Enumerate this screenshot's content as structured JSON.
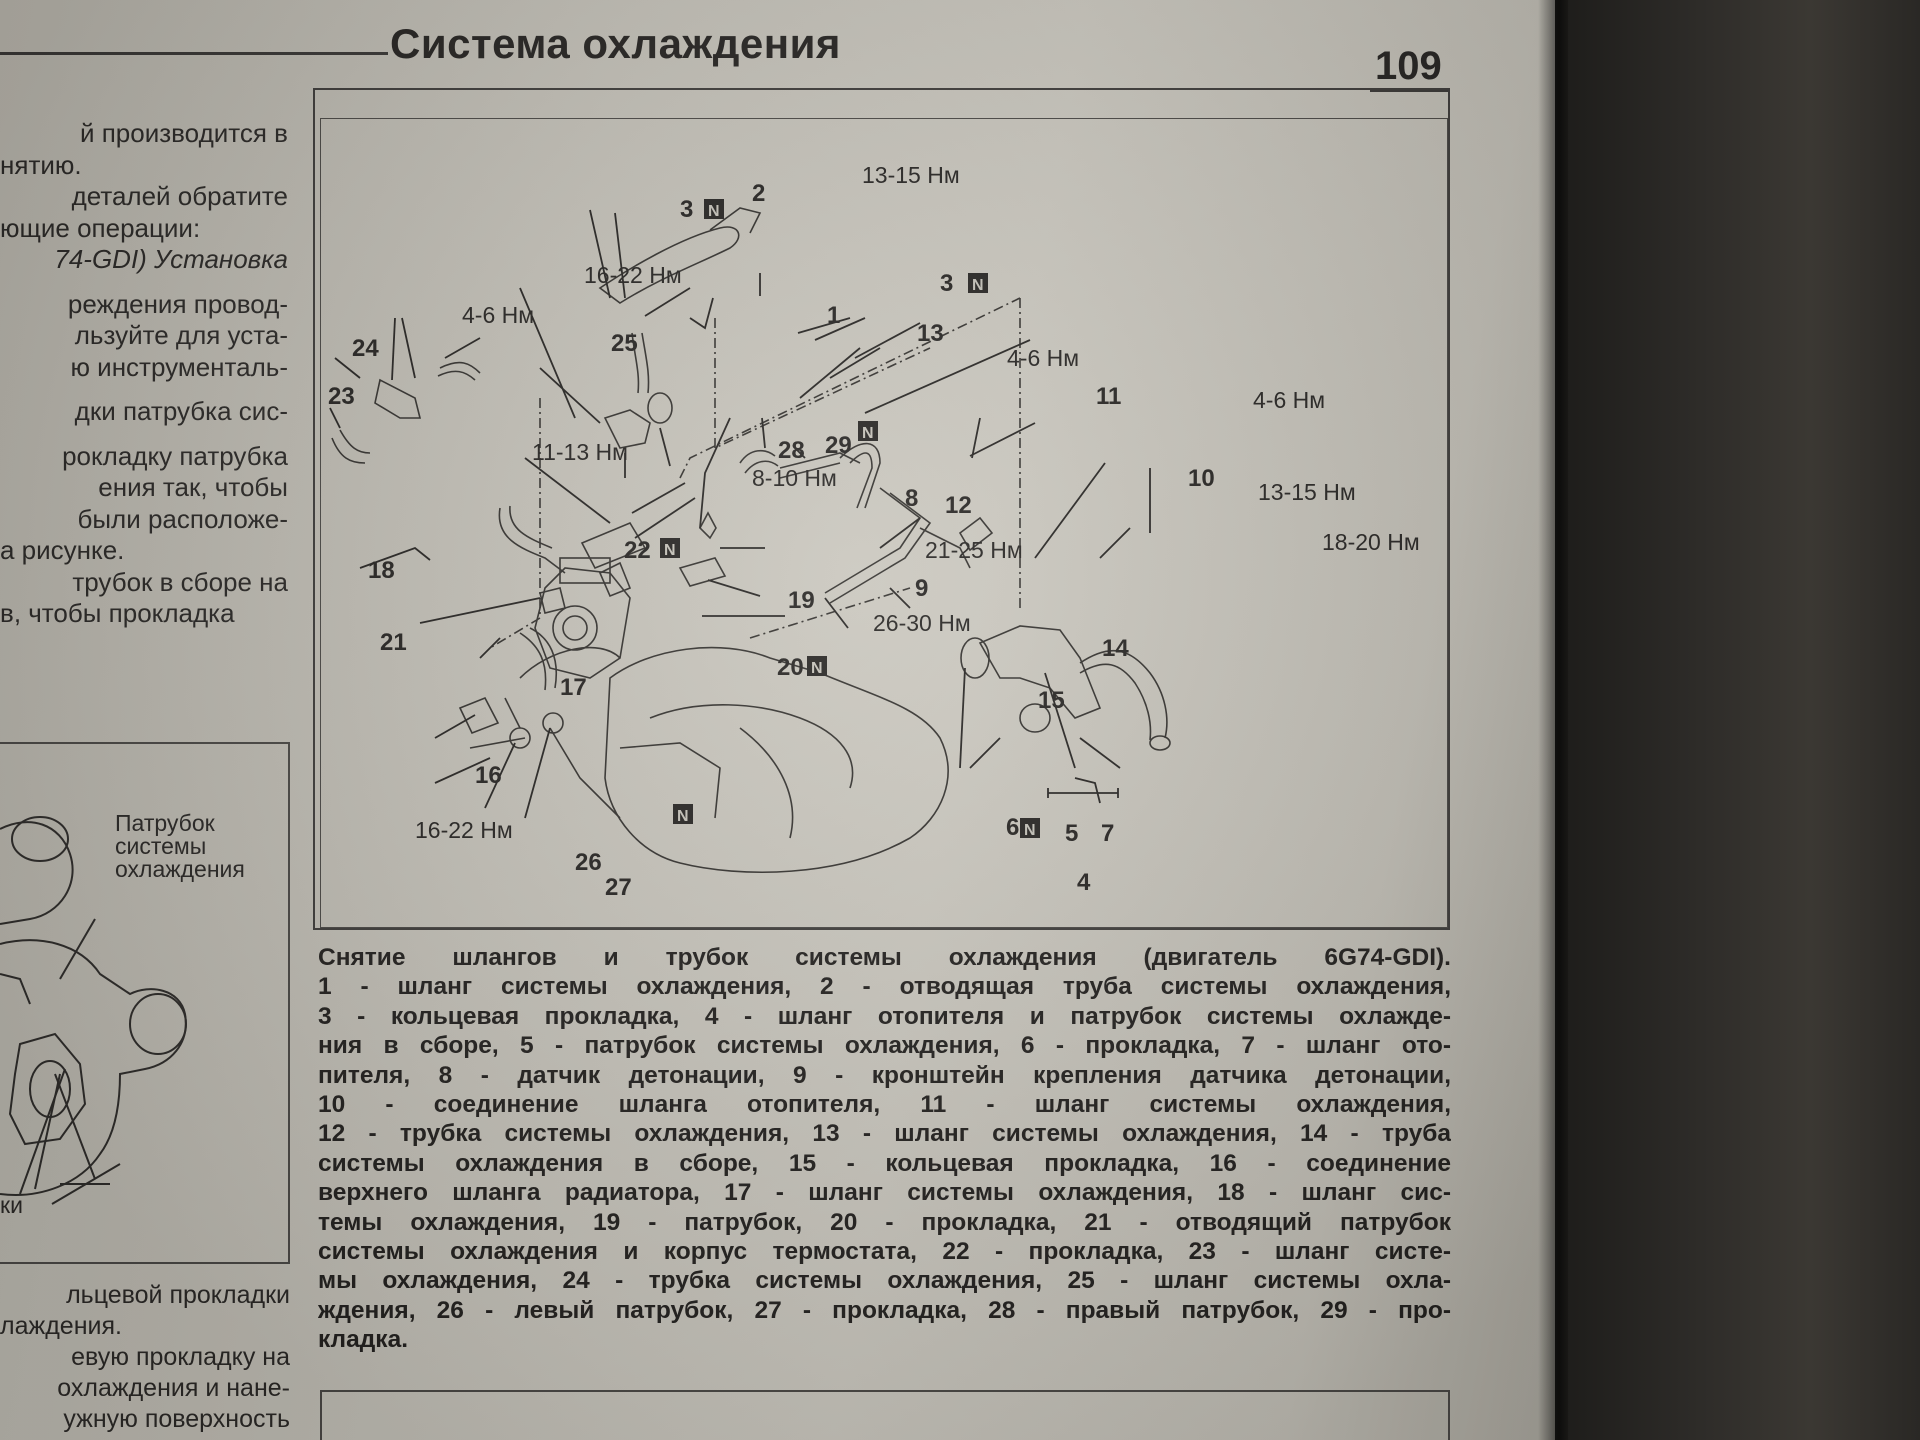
{
  "header": {
    "running_head": "Система охлаждения",
    "page_number": "109"
  },
  "left_column": {
    "paragraphs": [
      [
        "й производится в",
        "нятию."
      ],
      [
        "деталей обратите",
        "ющие операции:",
        "74-GDI) Установка"
      ],
      [
        "реждения провод-",
        "льзуйте для уста-",
        "ю инструменталь-"
      ],
      [
        "дки патрубка сис-"
      ],
      [
        "рокладку патрубка",
        "ения так, чтобы",
        "были расположе-",
        "а рисунке.",
        "трубок в сборе на",
        "в, чтобы прокладка"
      ]
    ],
    "inset": {
      "label": [
        "Патрубок",
        "системы",
        "охлаждения"
      ],
      "corner_text": "ки"
    },
    "bottom_lines": [
      "льцевой прокладки",
      "лаждения.",
      "евую прокладку на",
      "охлаждения и нане-",
      "ужную поверхность"
    ]
  },
  "figure": {
    "callouts": {
      "c1": "1",
      "c2": "2",
      "c3a": "3",
      "c3b": "3",
      "c5": "5",
      "c6": "6",
      "c7": "7",
      "c8": "8",
      "c9": "9",
      "c10": "10",
      "c11": "11",
      "c12": "12",
      "c13": "13",
      "c14": "14",
      "c15": "15",
      "c16": "16",
      "c17": "17",
      "c18": "18",
      "c19": "19",
      "c20": "20",
      "c21": "21",
      "c22": "22",
      "c23": "23",
      "c24": "24",
      "c25": "25",
      "c26": "26",
      "c27": "27",
      "c28": "28",
      "c29": "29",
      "c4": "4"
    },
    "torques": {
      "t_13_15_top": "13-15 Нм",
      "t_16_22_top": "16-22 Нм",
      "t_4_6_left": "4-6 Нм",
      "t_4_6_mid": "4-6 Нм",
      "t_4_6_right": "4-6 Нм",
      "t_11_13": "11-13 Нм",
      "t_8_10": "8-10 Нм",
      "t_21_25": "21-25 Нм",
      "t_26_30": "26-30 Нм",
      "t_13_15_right": "13-15 Нм",
      "t_18_20": "18-20 Нм",
      "t_16_22_bottom": "16-22 Нм"
    },
    "badge": "N"
  },
  "caption": {
    "lines": [
      "Снятие шлангов и трубок системы охлаждения (двигатель 6G74-GDI).",
      "1 - шланг системы охлаждения, 2 - отводящая труба системы охлаждения,",
      "3 - кольцевая прокладка, 4 - шланг отопителя и патрубок системы охлажде-",
      "ния в сборе, 5 - патрубок системы охлаждения, 6 - прокладка, 7 - шланг ото-",
      "пителя, 8 - датчик детонации, 9 - кронштейн крепления датчика детонации,",
      "10 - соединение шланга отопителя, 11 - шланг системы охлаждения,",
      "12 - трубка системы охлаждения, 13 - шланг системы охлаждения, 14 - труба",
      "системы охлаждения в сборе, 15 - кольцевая прокладка, 16 - соединение",
      "верхнего шланга радиатора, 17 - шланг системы охлаждения, 18 - шланг сис-",
      "темы охлаждения, 19 - патрубок, 20 - прокладка, 21 - отводящий патрубок",
      "системы охлаждения и корпус термостата, 22 - прокладка, 23 - шланг систе-",
      "мы охлаждения, 24 - трубка системы охлаждения, 25 - шланг системы охла-",
      "ждения, 26 - левый патрубок, 27 - прокладка, 28 - правый патрубок, 29 - про-",
      "кладка."
    ]
  },
  "colors": {
    "paper": "#c6c3ba",
    "ink": "#262422",
    "background": "#2a2825"
  }
}
